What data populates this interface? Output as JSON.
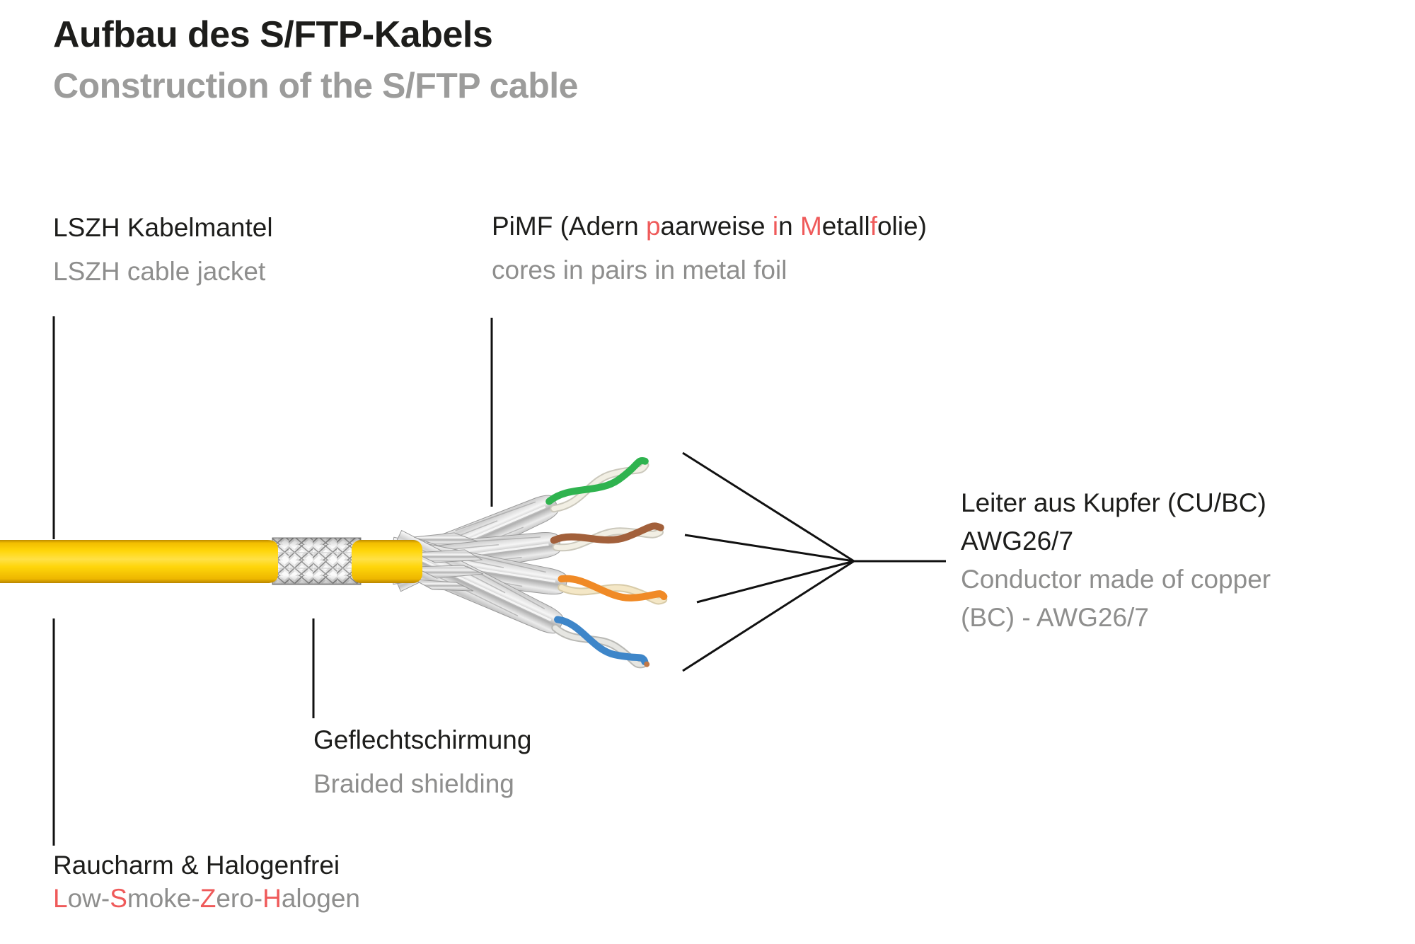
{
  "titles": {
    "de": "Aufbau des S/FTP-Kabels",
    "en": "Construction of the S/FTP cable"
  },
  "labels": {
    "jacket": {
      "de": "LSZH Kabelmantel",
      "en": "LSZH cable jacket"
    },
    "pimf": {
      "de_parts": [
        "PiMF (Adern ",
        "p",
        "aarweise ",
        "i",
        "n ",
        "M",
        "etall",
        "f",
        "olie)"
      ],
      "en": "cores in pairs in metal foil"
    },
    "conductor": {
      "de1": "Leiter aus Kupfer (CU/BC)",
      "de2": "AWG26/7",
      "en1": "Conductor made of copper",
      "en2": "(BC) - AWG26/7"
    },
    "braid": {
      "de": "Geflechtschirmung",
      "en": "Braided shielding"
    },
    "lszh": {
      "de": "Raucharm & Halogenfrei",
      "en_parts": [
        "L",
        "ow-",
        "S",
        "moke-",
        "Z",
        "ero-",
        "H",
        "alogen"
      ]
    }
  },
  "colors": {
    "text_black": "#1d1d1b",
    "text_gray": "#8e8e8d",
    "accent_red": "#ef5a5a",
    "jacket_yellow": "#ffd60a",
    "pair_green": "#2fb34f",
    "pair_brown": "#a2603b",
    "pair_orange": "#f08a26",
    "pair_blue": "#3e86c9",
    "wire_white": "#f2efe4",
    "foil_silver": "#c9c9c9",
    "line_black": "#111111"
  }
}
